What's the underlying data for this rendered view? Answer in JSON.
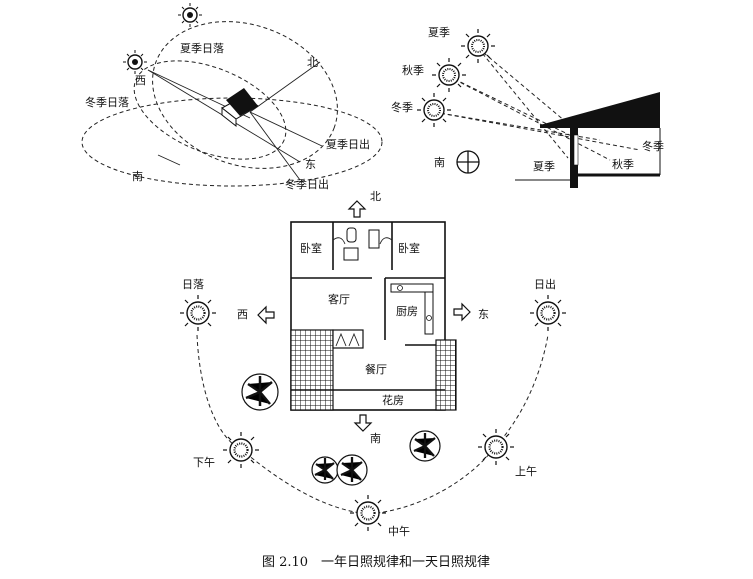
{
  "caption": "图 2.10　一年日照规律和一天日照规律",
  "panel_year_orbit": {
    "labels": {
      "summer_sunset": "夏季日落",
      "north": "北",
      "west": "西",
      "winter_sunset": "冬季日落",
      "summer_sunrise": "夏季日出",
      "east": "东",
      "south": "南",
      "winter_sunrise": "冬季日出"
    }
  },
  "panel_season_angle": {
    "labels": {
      "summer": "夏季",
      "autumn": "秋季",
      "winter": "冬季",
      "south": "南",
      "winter_right": "冬季",
      "summer_bottom": "夏季",
      "autumn_bottom": "秋季"
    }
  },
  "panel_day": {
    "directions": {
      "north": "北",
      "south": "南",
      "west": "西",
      "east": "东"
    },
    "rooms": {
      "bedroom_left": "卧室",
      "bedroom_right": "卧室",
      "living": "客厅",
      "kitchen": "厨房",
      "dining": "餐厅",
      "sunroom": "花房"
    },
    "sun_labels": {
      "sunset": "日落",
      "sunrise": "日出",
      "afternoon": "下午",
      "morning": "上午",
      "noon": "中午"
    }
  }
}
